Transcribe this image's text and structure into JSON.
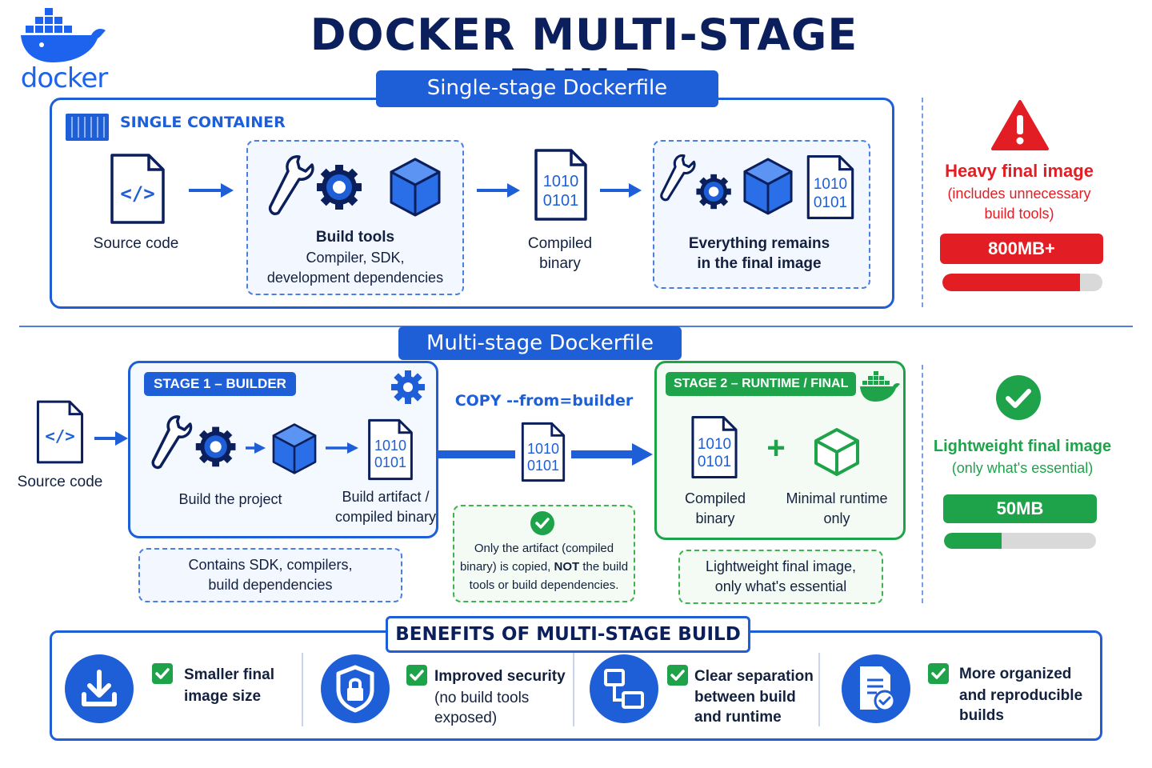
{
  "header": {
    "logo_text": "docker",
    "title": "DOCKER MULTI-STAGE BUILD"
  },
  "single": {
    "pill": "Single-stage Dockerfile",
    "container_label": "SINGLE CONTAINER",
    "source_label": "Source code",
    "build_tools_title": "Build tools",
    "build_tools_line1": "Compiler, SDK,",
    "build_tools_line2": "development dependencies",
    "binary_bits_1": "1010",
    "binary_bits_2": "0101",
    "compiled_line1": "Compiled",
    "compiled_line2": "binary",
    "everything_line1": "Everything remains",
    "everything_line2": "in the final image",
    "heavy_title": "Heavy final image",
    "heavy_sub1": "(includes unnecessary",
    "heavy_sub2": "build tools)",
    "heavy_size": "800MB+",
    "heavy_fill_fraction": 0.86,
    "heavy_color": "#e31d24"
  },
  "multi": {
    "pill": "Multi-stage Dockerfile",
    "source_label": "Source code",
    "stage1_tag": "STAGE 1 – BUILDER",
    "build_project": "Build the project",
    "artifact_line1": "Build artifact /",
    "artifact_line2": "compiled binary",
    "stage1_note_line1": "Contains SDK, compilers,",
    "stage1_note_line2": "build dependencies",
    "copy_label": "COPY --from=builder",
    "copy_note_line1": "Only the artifact (compiled",
    "copy_note_line2a": "binary) is copied, ",
    "copy_note_not": "NOT",
    "copy_note_line2b": " the build",
    "copy_note_line3": "tools or build dependencies.",
    "stage2_tag": "STAGE 2 – RUNTIME / FINAL",
    "compiled_line1": "Compiled",
    "compiled_line2": "binary",
    "plus": "+",
    "runtime_line1": "Minimal runtime",
    "runtime_line2": "only",
    "stage2_note_line1": "Lightweight final image,",
    "stage2_note_line2": "only what's essential",
    "light_title": "Lightweight final image",
    "light_sub": "(only what's essential)",
    "light_size": "50MB",
    "light_fill_fraction": 0.38,
    "light_color": "#1fa34a"
  },
  "benefits": {
    "title": "BENEFITS OF MULTI-STAGE BUILD",
    "items": [
      {
        "icon": "download-icon",
        "line1": "Smaller final",
        "line2": "image size",
        "line3": ""
      },
      {
        "icon": "shield-lock-icon",
        "line1": "Improved security",
        "line2": "(no build tools",
        "line3": "exposed)"
      },
      {
        "icon": "separation-icon",
        "line1": "Clear separation",
        "line2": "between build",
        "line3": "and runtime"
      },
      {
        "icon": "document-check-icon",
        "line1": "More organized",
        "line2": "and reproducible",
        "line3": "builds"
      }
    ]
  },
  "colors": {
    "primary": "#1e5fd8",
    "navy": "#0b1f5c",
    "red": "#e31d24",
    "green": "#1fa34a"
  }
}
